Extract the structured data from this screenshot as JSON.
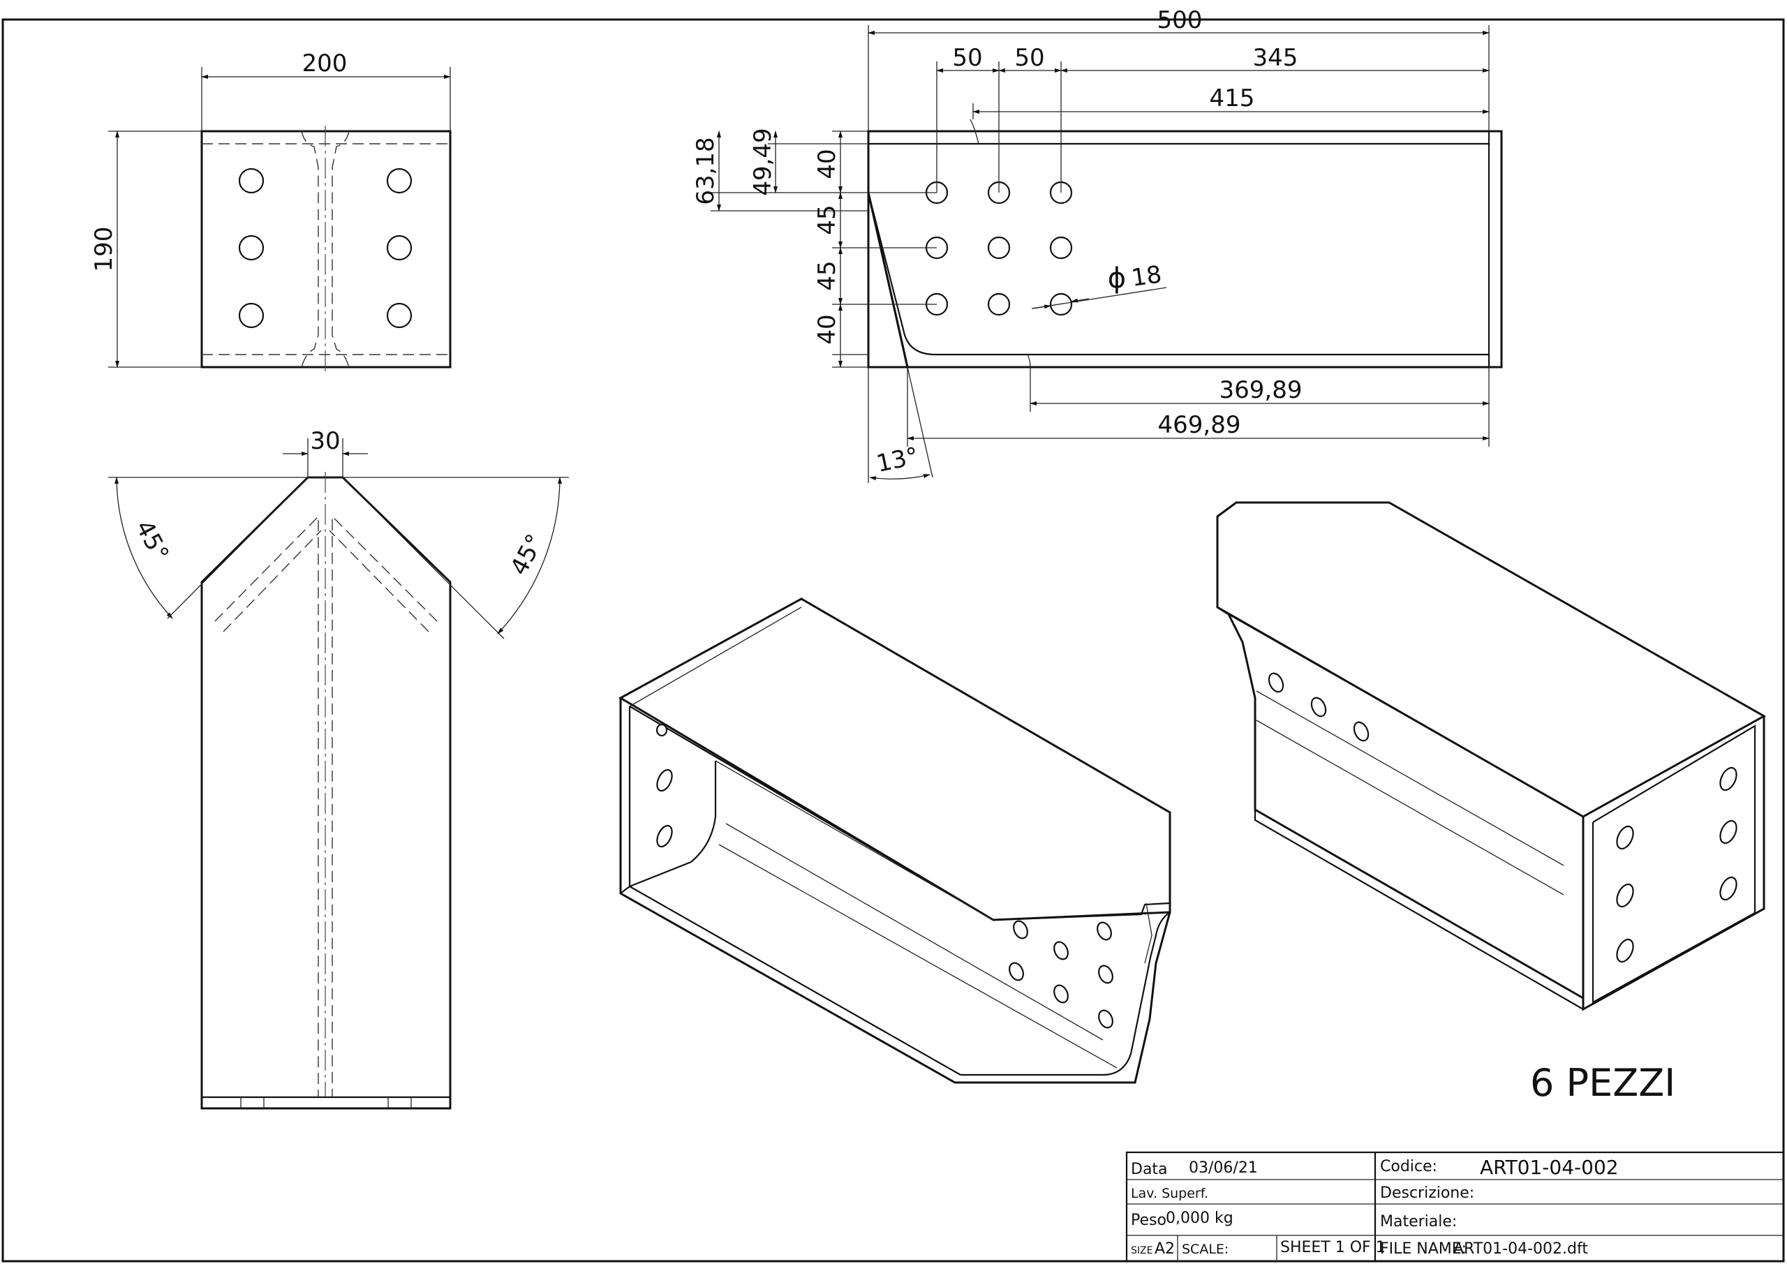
{
  "drawing": {
    "dimensions": {
      "front_width": "200",
      "front_height": "190",
      "top_width": "30",
      "angle_left": "45°",
      "angle_right": "45°",
      "overall_length": "500",
      "hole_pitch_1": "50",
      "hole_pitch_2": "50",
      "hole_to_end": "345",
      "flange_length": "415",
      "offset_a": "63,18",
      "offset_b": "49,49",
      "row_1": "40",
      "row_2": "45",
      "row_3": "45",
      "row_4": "40",
      "hole_diameter_symbol": "ϕ",
      "hole_diameter": "18",
      "bottom_length_short": "369,89",
      "bottom_length_long": "469,89",
      "cut_angle": "13°"
    },
    "quantity_note": "6 PEZZI"
  },
  "title_block": {
    "data_label": "Data",
    "data_value": "03/06/21",
    "lav_superf_label": "Lav. Superf.",
    "peso_label": "Peso",
    "peso_value": "0,000 kg",
    "size_label": "SIZE",
    "size_value": "A2",
    "scale_label": "SCALE:",
    "sheet_label": "SHEET 1 OF 1",
    "codice_label": "Codice:",
    "codice_value": "ART01-04-002",
    "descrizione_label": "Descrizione:",
    "materiale_label": "Materiale:",
    "file_name_label": "FILE NAME:",
    "file_name_value": "ART01-04-002.dft"
  }
}
